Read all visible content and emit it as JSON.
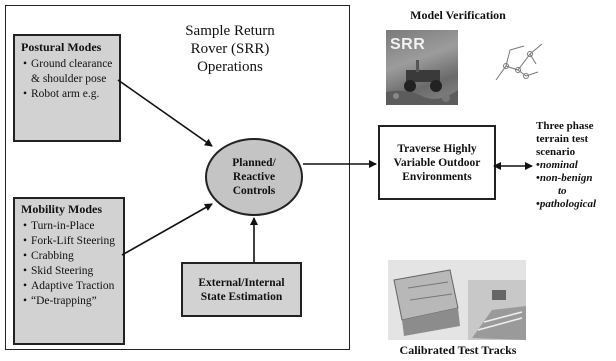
{
  "diagram": {
    "title_lines": [
      "Sample Return",
      "Rover (SRR)",
      "Operations"
    ],
    "postural": {
      "head": "Postural Modes",
      "items": [
        "Ground clearance & shoulder pose",
        "Robot arm e.g."
      ]
    },
    "mobility": {
      "head": "Mobility Modes",
      "items": [
        "Turn-in-Place",
        "Fork-Lift Steering",
        "Crabbing",
        "Skid Steering",
        "Adaptive Traction",
        "“De-trapping”"
      ]
    },
    "controls": {
      "line1": "Planned/",
      "line2": "Reactive",
      "line3": "Controls"
    },
    "estimation": {
      "line1": "External/Internal",
      "line2": "State Estimation"
    },
    "traverse": {
      "line1": "Traverse Highly",
      "line2": "Variable Outdoor",
      "line3": "Environments"
    },
    "model_verification": "Model Verification",
    "calibrated_tracks": "Calibrated Test Tracks",
    "srr_label": "SRR",
    "scenario": {
      "line1": "Three phase",
      "line2": "terrain test",
      "line3": "scenario",
      "items": [
        "nominal",
        "non-benign",
        "to",
        "pathological"
      ]
    }
  },
  "colors": {
    "box_fill": "#d2d2d2",
    "ellipse_fill": "#c4c4c4",
    "border": "#222222"
  }
}
